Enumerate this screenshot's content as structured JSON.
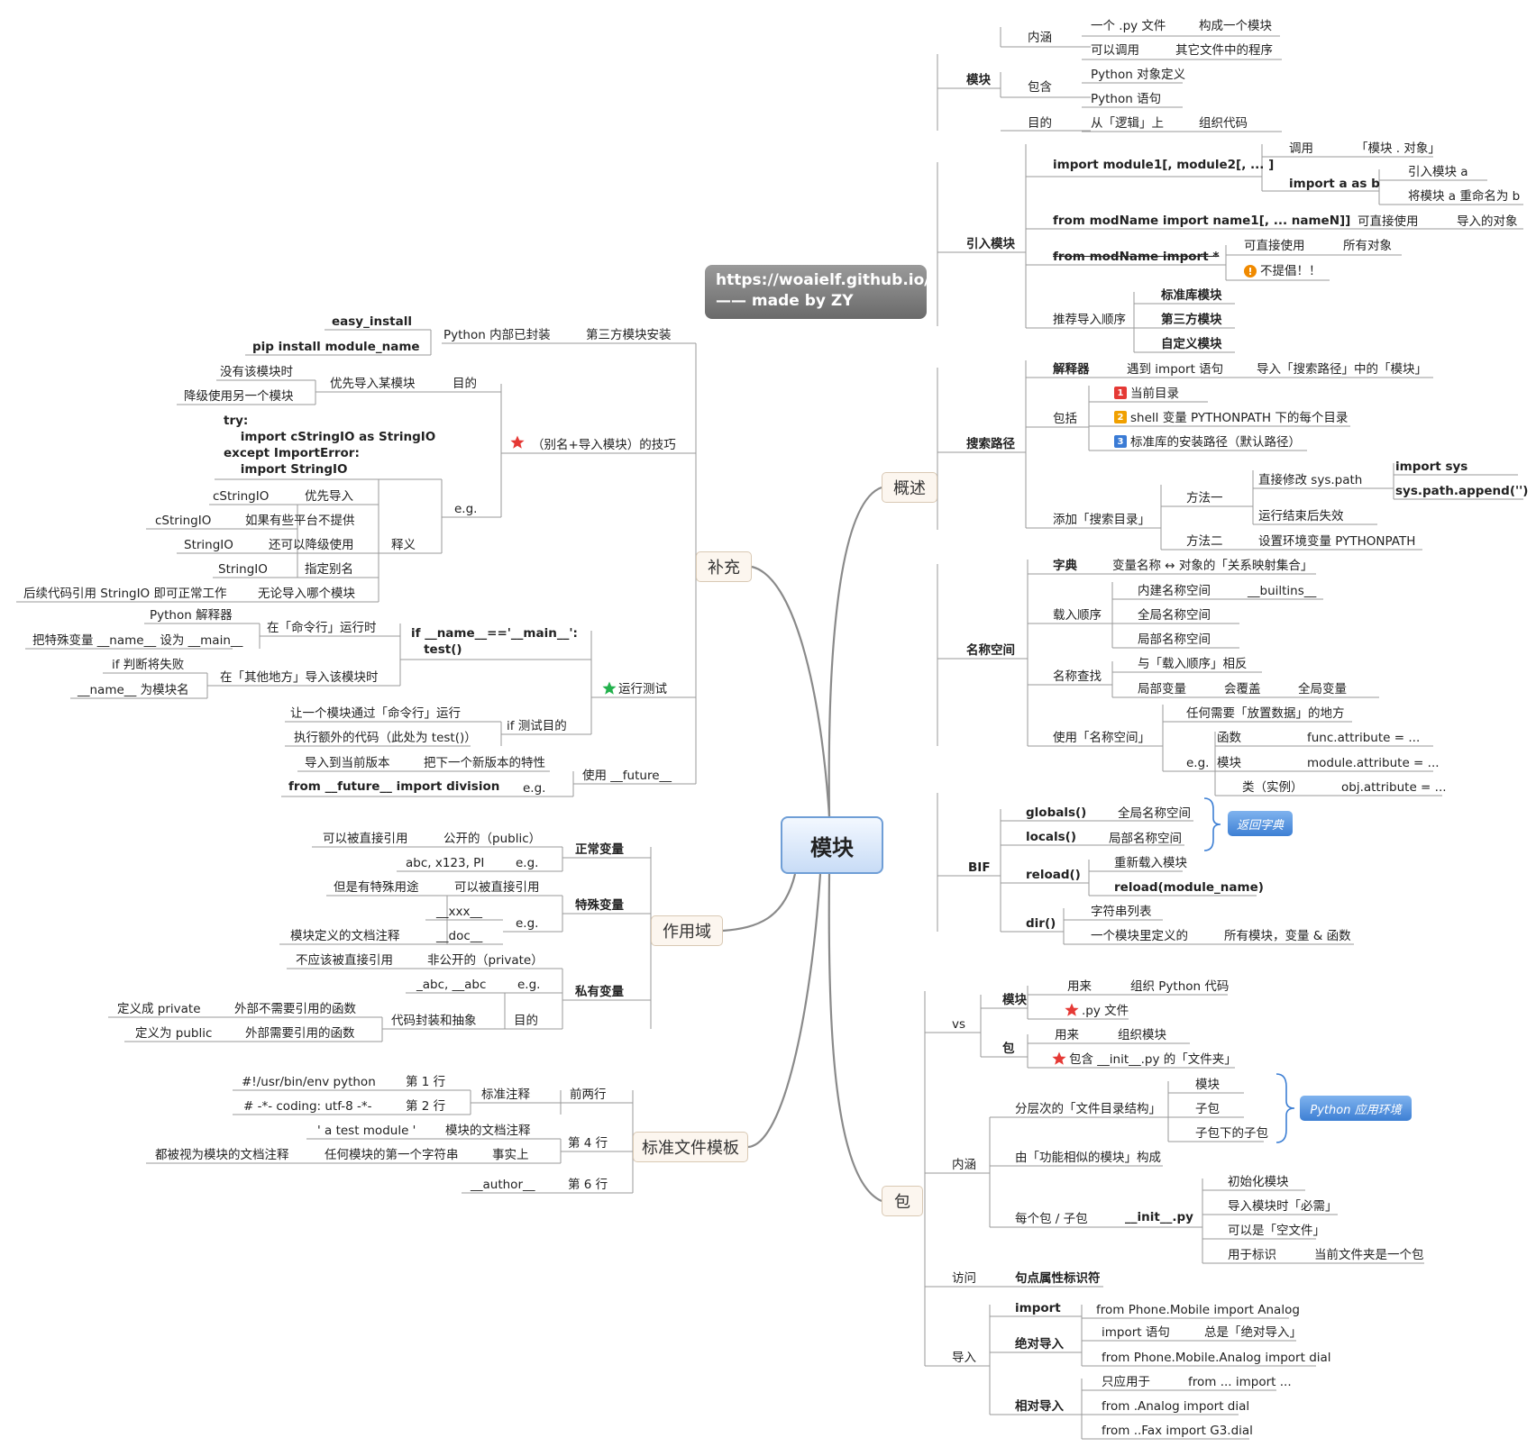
{
  "colors": {
    "line": "#9a9a9a",
    "center_border": "#6f9ed6",
    "branch_bg": "#fcf6ef",
    "tag": "#3d7fd4",
    "star_red": "#e53935",
    "star_green": "#23b14d",
    "num_red": "#e53935",
    "num_orange": "#f0a000",
    "num_blue": "#3a7bd5",
    "warn": "#f08a00"
  },
  "icons": {
    "star": "star-icon",
    "warning": "warning-icon",
    "number": "number-badge-icon"
  },
  "center": "模块",
  "banner": {
    "line1": "https://woaielf.github.io/",
    "line2": "—— made by ZY"
  },
  "branches": {
    "overview": "概述",
    "package": "包",
    "supplement": "补充",
    "scope": "作用域",
    "template": "标准文件模板"
  },
  "tags": {
    "return_dict": "返回字典",
    "python_env": "Python 应用环境"
  },
  "overview": {
    "module": {
      "label": "模块",
      "connotation": "内涵",
      "c1a": "一个 .py 文件",
      "c1b": "构成一个模块",
      "c2a": "可以调用",
      "c2b": "其它文件中的程序",
      "contains": "包含",
      "p1": "Python 对象定义",
      "p2": "Python 语句",
      "purpose": "目的",
      "g1": "从「逻辑」上",
      "g2": "组织代码"
    },
    "import": {
      "label": "引入模块",
      "i1": "import module1[, module2[, ... ]",
      "call": "调用",
      "call_v": "「模块 . 对象」",
      "asb": "import a as b",
      "asb1": "引入模块 a",
      "asb2": "将模块 a 重命名为 b",
      "i2": "from modName import name1[, ... nameN]]",
      "direct": "可直接使用",
      "direct_v": "导入的对象",
      "i3": "from modName import *",
      "direct2": "可直接使用",
      "all": "所有对象",
      "not_rec": "不提倡！！",
      "order": "推荐导入顺序",
      "o1": "标准库模块",
      "o2": "第三方模块",
      "o3": "自定义模块"
    },
    "search": {
      "label": "搜索路径",
      "interp": "解释器",
      "meet": "遇到 import 语句",
      "imp_mod": "导入「搜索路径」中的「模块」",
      "incl": "包括",
      "n1": "1",
      "n2": "2",
      "n3": "3",
      "s1": "当前目录",
      "s2": "shell 变量 PYTHONPATH 下的每个目录",
      "s3": "标准库的安装路径（默认路径）",
      "add": "添加「搜索目录」",
      "m1": "方法一",
      "m1a": "直接修改 sys.path",
      "m1b1": "import sys",
      "m1b2": "sys.path.append('')",
      "m1c": "运行结束后失效",
      "m2": "方法二",
      "m2a": "设置环境变量 PYTHONPATH"
    },
    "namespace": {
      "label": "名称空间",
      "dict": "字典",
      "dict_v": "变量名称 ↔ 对象的「关系映射集合」",
      "load": "载入顺序",
      "l1": "内建名称空间",
      "l1v": "__builtins__",
      "l2": "全局名称空间",
      "l3": "局部名称空间",
      "lookup": "名称查找",
      "lk1": "与「载入顺序」相反",
      "lk2a": "局部变量",
      "lk2b": "会覆盖",
      "lk2c": "全局变量",
      "use": "使用「名称空间」",
      "u1": "任何需要「放置数据」的地方",
      "eg": "e.g.",
      "e1a": "函数",
      "e1b": "func.attribute = ...",
      "e2a": "模块",
      "e2b": "module.attribute = ...",
      "e3a": "类（实例）",
      "e3b": "obj.attribute = ..."
    },
    "bif": {
      "label": "BIF",
      "g": "globals()",
      "gv": "全局名称空间",
      "l": "locals()",
      "lv": "局部名称空间",
      "r": "reload()",
      "rv": "重新载入模块",
      "rc": "reload(module_name)",
      "d": "dir()",
      "d1": "字符串列表",
      "d2a": "一个模块里定义的",
      "d2b": "所有模块，变量 & 函数"
    }
  },
  "package": {
    "vs": {
      "label": "vs",
      "mod": "模块",
      "m_use": "用来",
      "m_use_v": "组织 Python 代码",
      "m_py": ".py 文件",
      "pkg": "包",
      "p_use": "用来",
      "p_use_v": "组织模块",
      "p_init": "包含 __init__.py 的「文件夹」"
    },
    "conn": {
      "label": "内涵",
      "hier": "分层次的「文件目录结构」",
      "h1": "模块",
      "h2": "子包",
      "h3": "子包下的子包",
      "func": "由「功能相似的模块」构成",
      "each": "每个包 / 子包",
      "init": "__init__.py",
      "i1": "初始化模块",
      "i2": "导入模块时「必需」",
      "i3": "可以是「空文件」",
      "i4": "用于标识",
      "i4v": "当前文件夹是一个包"
    },
    "access": {
      "label": "访问",
      "v": "句点属性标识符"
    },
    "imp": {
      "label": "导入",
      "imp": "import",
      "imp_v": "from Phone.Mobile import Analog",
      "abs": "绝对导入",
      "a1": "import 语句",
      "a1v": "总是「绝对导入」",
      "a2": "from Phone.Mobile.Analog import dial",
      "rel": "相对导入",
      "r1": "只应用于",
      "r1v": "from ... import ...",
      "r2": "from .Analog import dial",
      "r3": "from ..Fax import G3.dial"
    }
  },
  "supplement": {
    "third": {
      "label": "第三方模块安装",
      "inner": "Python 内部已封装",
      "e1": "easy_install",
      "e2": "pip install module_name"
    },
    "alias": {
      "label": "（别名+导入模块）的技巧",
      "purpose": "目的",
      "pref": "优先导入某模块",
      "p1": "没有该模块时",
      "p2": "降级使用另一个模块",
      "eg": "e.g.",
      "code1": "try:",
      "code2": "    import cStringIO as StringIO",
      "code3": "except ImportError:",
      "code4": "    import StringIO",
      "expl": "释义",
      "x1a": "cStringIO",
      "x1b": "优先导入",
      "x2a": "cStringIO",
      "x2b": "如果有些平台不提供",
      "x3a": "StringIO",
      "x3b": "还可以降级使用",
      "x4a": "StringIO",
      "x4b": "指定别名",
      "x5a": "后续代码引用 StringIO 即可正常工作",
      "x5b": "无论导入哪个模块"
    },
    "test": {
      "label": "运行测试",
      "code1": "if __name__=='__main__':",
      "code2": "   test()",
      "cmd": "在「命令行」运行时",
      "c1": "Python 解释器",
      "c2": "把特殊变量 __name__ 设为 __main__",
      "other": "在「其他地方」导入该模块时",
      "o1": "if 判断将失败",
      "o2": "__name__ 为模块名",
      "goal": "if 测试目的",
      "g1": "让一个模块通过「命令行」运行",
      "g2": "执行额外的代码（此处为 test()）"
    },
    "future": {
      "label": "使用 __future__",
      "eg": "e.g.",
      "f1a": "导入到当前版本",
      "f1b": "把下一个新版本的特性",
      "f2": "from __future__ import division"
    }
  },
  "scope": {
    "normal": {
      "label": "正常变量",
      "a": "可以被直接引用",
      "b": "公开的（public）",
      "eg": "e.g.",
      "ex": "abc, x123, PI"
    },
    "special": {
      "label": "特殊变量",
      "a": "但是有特殊用途",
      "b": "可以被直接引用",
      "eg": "e.g.",
      "x1": "__xxx__",
      "x2a": "模块定义的文档注释",
      "x2b": "__doc__"
    },
    "private": {
      "label": "私有变量",
      "a": "不应该被直接引用",
      "b": "非公开的（private）",
      "eg": "e.g.",
      "ex": "_abc, __abc",
      "purpose": "目的",
      "enc": "代码封装和抽象",
      "p1a": "定义成 private",
      "p1b": "外部不需要引用的函数",
      "p2a": "定义为 public",
      "p2b": "外部需要引用的函数"
    }
  },
  "template": {
    "first": {
      "label": "前两行",
      "std": "标准注释",
      "l1a": "#!/usr/bin/env python",
      "l1b": "第 1 行",
      "l2a": "# -*- coding: utf-8 -*-",
      "l2b": "第 2 行"
    },
    "fourth": {
      "label": "第 4 行",
      "a": "' a test module '",
      "b": "模块的文档注释",
      "fact": "事实上",
      "c1": "都被视为模块的文档注释",
      "c2": "任何模块的第一个字符串"
    },
    "sixth": {
      "label": "第 6 行",
      "a": "__author__"
    }
  }
}
